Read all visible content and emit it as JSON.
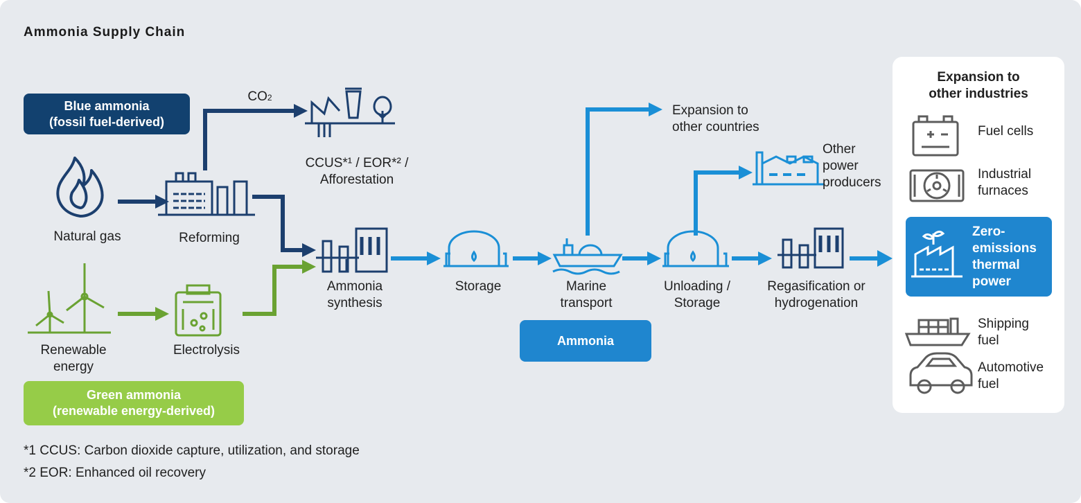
{
  "title": "Ammonia Supply Chain",
  "blue_badge": "Blue ammonia\n(fossil fuel-derived)",
  "green_badge": "Green ammonia\n(renewable energy-derived)",
  "ammonia_badge": "Ammonia",
  "co2_label": "CO",
  "co2_sub": "2",
  "nodes": {
    "natural_gas": "Natural gas",
    "reforming": "Reforming",
    "renewable": "Renewable\nenergy",
    "electrolysis": "Electrolysis",
    "ccus": "CCUS*¹ / EOR*² /\nAfforestation",
    "synthesis": "Ammonia\nsynthesis",
    "storage": "Storage",
    "marine": "Marine\ntransport",
    "unloading": "Unloading /\nStorage",
    "regas": "Regasification or\nhydrogenation",
    "expansion_countries": "Expansion to\nother countries",
    "other_power": "Other\npower\nproducers"
  },
  "panel": {
    "title": "Expansion to\nother industries",
    "items": {
      "fuel_cells": "Fuel cells",
      "furnaces": "Industrial\nfurnaces",
      "zero_emissions": "Zero-\nemissions\nthermal\npower",
      "shipping": "Shipping\nfuel",
      "automotive": "Automotive\nfuel"
    }
  },
  "footnotes": [
    "*1 CCUS: Carbon dioxide capture, utilization, and storage",
    "*2 EOR: Enhanced oil recovery"
  ],
  "colors": {
    "navy": "#1c3f6e",
    "blue": "#1a8fd6",
    "green": "#6aa232",
    "light_green": "#96cc48",
    "badge_navy": "#12416f",
    "badge_blue": "#1f86cf",
    "gray": "#5c5c5c"
  }
}
